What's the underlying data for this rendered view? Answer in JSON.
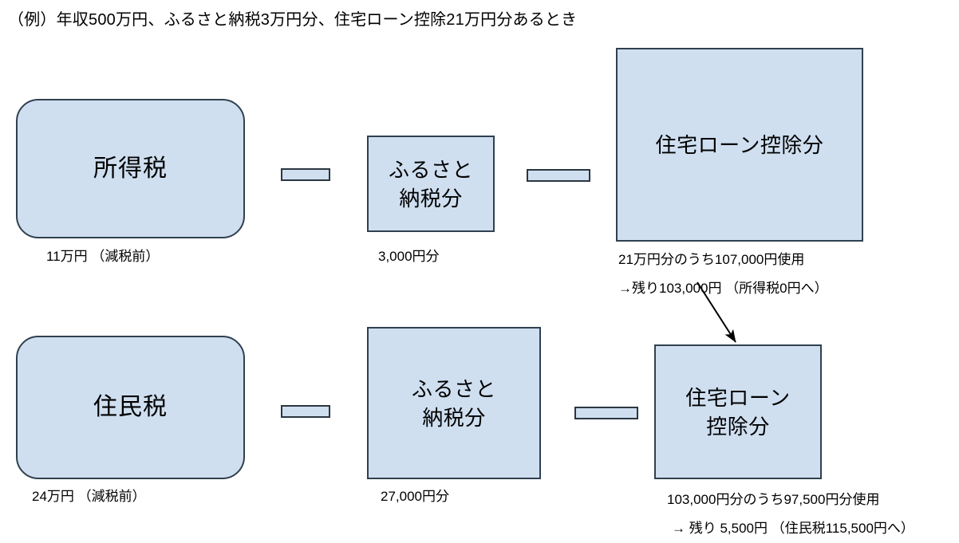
{
  "title": "（例）年収500万円、ふるさと納税3万円分、住宅ローン控除21万円分あるとき",
  "colors": {
    "shape_fill": "#cfdff0",
    "shape_border": "#30404f",
    "text": "#000000",
    "background": "#ffffff",
    "arrow": "#000000"
  },
  "rows": [
    {
      "id": "income-tax-row",
      "base": {
        "name": "所得税",
        "caption": "11万円 （減税前）"
      },
      "operator_1": "minus-bar",
      "furusato": {
        "name_line_1": "ふるさと",
        "name_line_2": "納税分",
        "caption": "3,000円分"
      },
      "operator_2": "minus-bar",
      "housing_loan": {
        "name_line_1": "住宅ローン控除分",
        "name_line_2": "",
        "caption_line_1": "21万円分のうち107,000円使用",
        "caption_line_2": "→残り103,000円 （所得税0円へ）"
      }
    },
    {
      "id": "resident-tax-row",
      "base": {
        "name": "住民税",
        "caption": "24万円 （減税前）"
      },
      "operator_1": "minus-bar",
      "furusato": {
        "name_line_1": "ふるさと",
        "name_line_2": "納税分",
        "caption": "27,000円分"
      },
      "operator_2": "minus-bar",
      "housing_loan": {
        "name_line_1": "住宅ローン",
        "name_line_2": "控除分",
        "caption_line_1": "103,000円分のうち97,500円分使用",
        "caption_line_2": "→ 残り 5,500円 （住民税115,500円へ）"
      }
    }
  ],
  "arrow": {
    "name": "carryover-arrow",
    "from_label": "→残り103,000円",
    "to_label": "住宅ローン控除分（住民税）"
  }
}
